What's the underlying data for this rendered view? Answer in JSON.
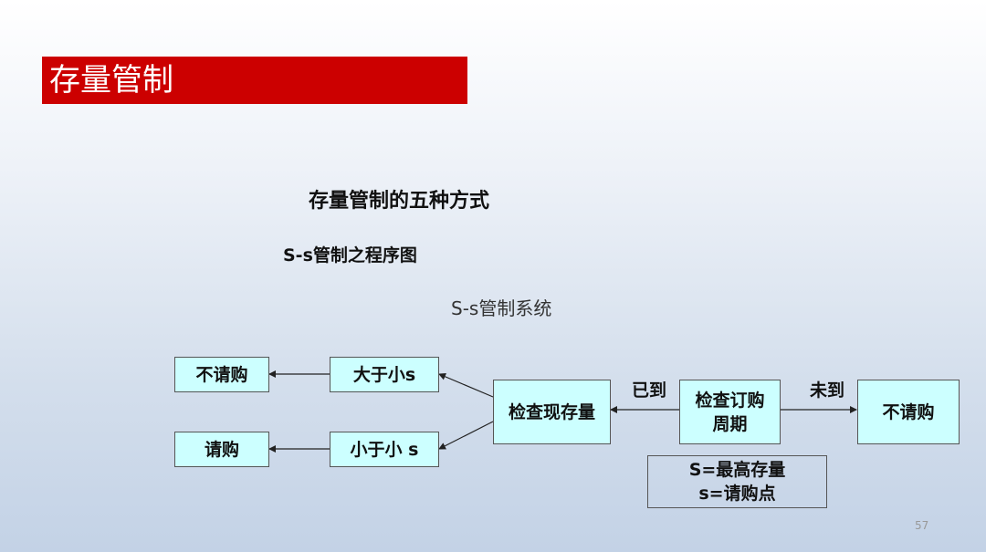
{
  "header": {
    "title": "存量管制"
  },
  "content": {
    "heading": "存量管制的五种方式",
    "subheading": "S-s管制之程序图",
    "system_label": "S-s管制系统"
  },
  "flowchart": {
    "check_inventory": "检查现存量",
    "check_cycle": [
      "检查订购",
      "周期"
    ],
    "no_order_right": "不请购",
    "greater_than_s": "大于小s",
    "less_than_s": "小于小 s",
    "no_order_left": "不请购",
    "order": "请购",
    "label_arrived": "已到",
    "label_not_arrived": "未到",
    "legend": [
      "S=最高存量",
      "s=请购点"
    ]
  },
  "footer": {
    "page_number": "57"
  },
  "colors": {
    "title_bar": "#cc0000",
    "box_fill": "#ccffff"
  }
}
